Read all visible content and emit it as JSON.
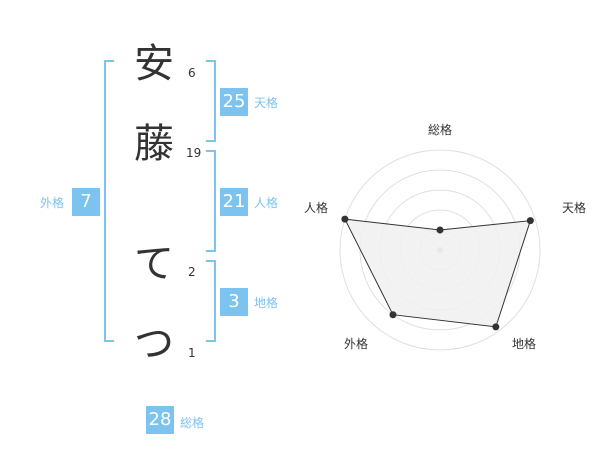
{
  "name": {
    "chars": [
      {
        "char": "安",
        "strokes": "6"
      },
      {
        "char": "藤",
        "strokes": "19"
      },
      {
        "char": "て",
        "strokes": "2"
      },
      {
        "char": "つ",
        "strokes": "1"
      }
    ]
  },
  "kaku": {
    "tenkaku": {
      "label": "天格",
      "value": "25"
    },
    "jinkaku": {
      "label": "人格",
      "value": "21"
    },
    "chikaku": {
      "label": "地格",
      "value": "3"
    },
    "gaikaku": {
      "label": "外格",
      "value": "7"
    },
    "soukaku": {
      "label": "総格",
      "value": "28"
    }
  },
  "radar": {
    "axes": [
      "総格",
      "天格",
      "地格",
      "外格",
      "人格"
    ],
    "values": [
      0.2,
      0.95,
      0.95,
      0.8,
      1.0
    ],
    "max": 1.0,
    "rings": 5,
    "fill_color": "#f0f0f0",
    "ring_color": "#e0e0e0",
    "line_color": "#333333",
    "accent": "#7cc3f0"
  }
}
